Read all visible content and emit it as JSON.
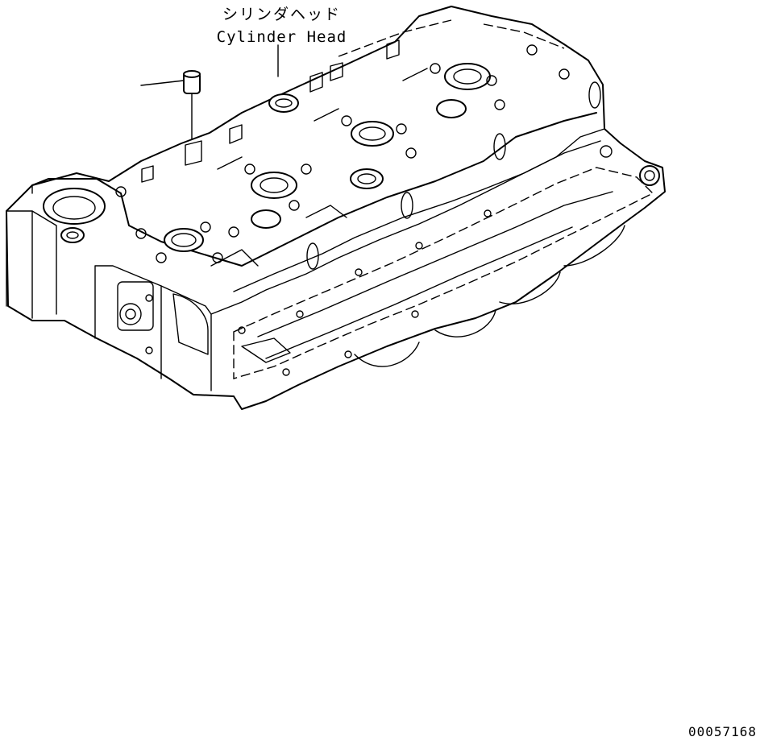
{
  "figure": {
    "part_label_jp": "シリンダヘッド",
    "part_label_en": "Cylinder Head",
    "drawing_number": "00057168"
  },
  "icons": {
    "main_part": "cylinder-head-icon",
    "small_part": "plug-icon"
  }
}
